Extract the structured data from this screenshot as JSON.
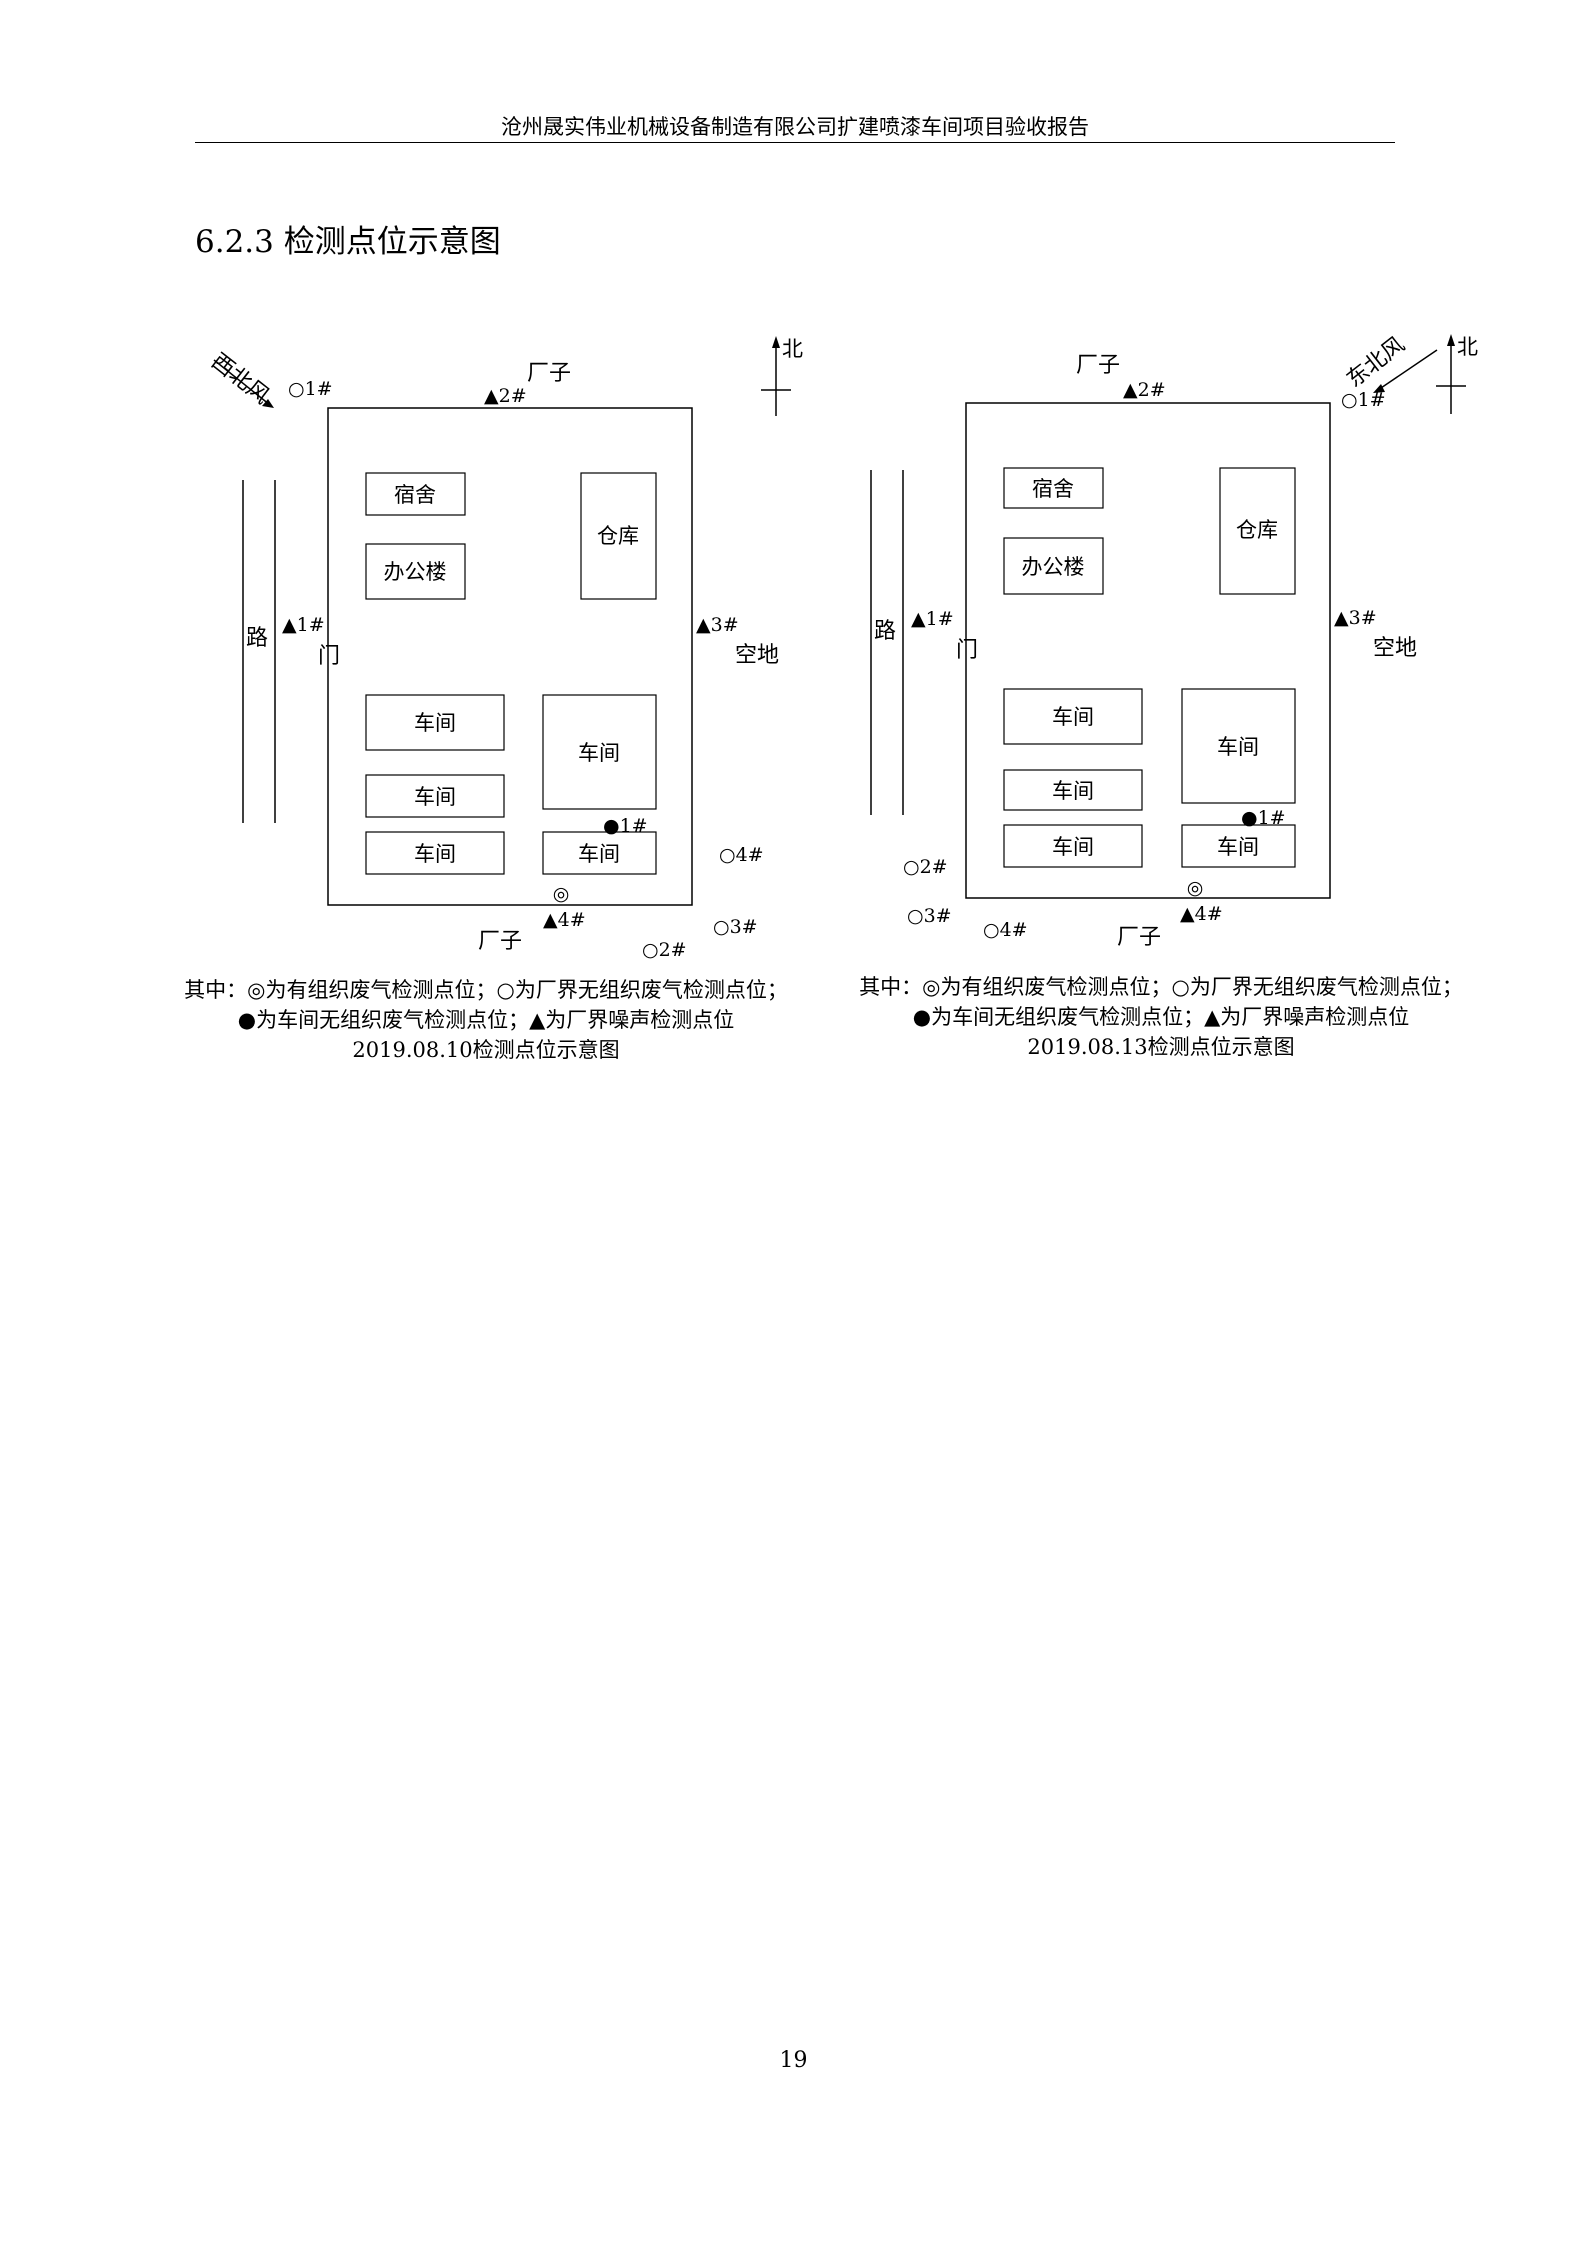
{
  "header": {
    "title": "沧州晟实伟业机械设备制造有限公司扩建喷漆车间项目验收报告"
  },
  "section": {
    "title": "6.2.3  检测点位示意图"
  },
  "diagrams": [
    {
      "wind": "西北风",
      "north": "北",
      "road": "路",
      "gate": "门",
      "top_label": "厂子",
      "bottom_label": "厂子",
      "east_label": "空地",
      "buildings": {
        "dorm": "宿舍",
        "office": "办公楼",
        "warehouse": "仓库",
        "workshop_a": "车间",
        "workshop_b": "车间",
        "workshop_c": "车间",
        "workshop_big": "车间",
        "workshop_small": "车间"
      },
      "points": {
        "o1": "○1#",
        "o2": "○2#",
        "o3": "○3#",
        "o4": "○4#",
        "n1": "▲1#",
        "n2": "▲2#",
        "n3": "▲3#",
        "n4": "▲4#",
        "w1": "●1#",
        "stack": "◎"
      },
      "caption": {
        "line1": "其中：◎为有组织废气检测点位；○为厂界无组织废气检测点位；",
        "line2": "●为车间无组织废气检测点位；▲为厂界噪声检测点位",
        "line3": "2019.08.10检测点位示意图"
      }
    },
    {
      "wind": "东北风",
      "north": "北",
      "road": "路",
      "gate": "门",
      "top_label": "厂子",
      "bottom_label": "厂子",
      "east_label": "空地",
      "buildings": {
        "dorm": "宿舍",
        "office": "办公楼",
        "warehouse": "仓库",
        "workshop_a": "车间",
        "workshop_b": "车间",
        "workshop_c": "车间",
        "workshop_big": "车间",
        "workshop_small": "车间"
      },
      "points": {
        "o1": "○1#",
        "o2": "○2#",
        "o3": "○3#",
        "o4": "○4#",
        "n1": "▲1#",
        "n2": "▲2#",
        "n3": "▲3#",
        "n4": "▲4#",
        "w1": "●1#",
        "stack": "◎"
      },
      "caption": {
        "line1": "其中：◎为有组织废气检测点位；○为厂界无组织废气检测点位；",
        "line2": "●为车间无组织废气检测点位；▲为厂界噪声检测点位",
        "line3": "2019.08.13检测点位示意图"
      }
    }
  ],
  "page_number": "19"
}
